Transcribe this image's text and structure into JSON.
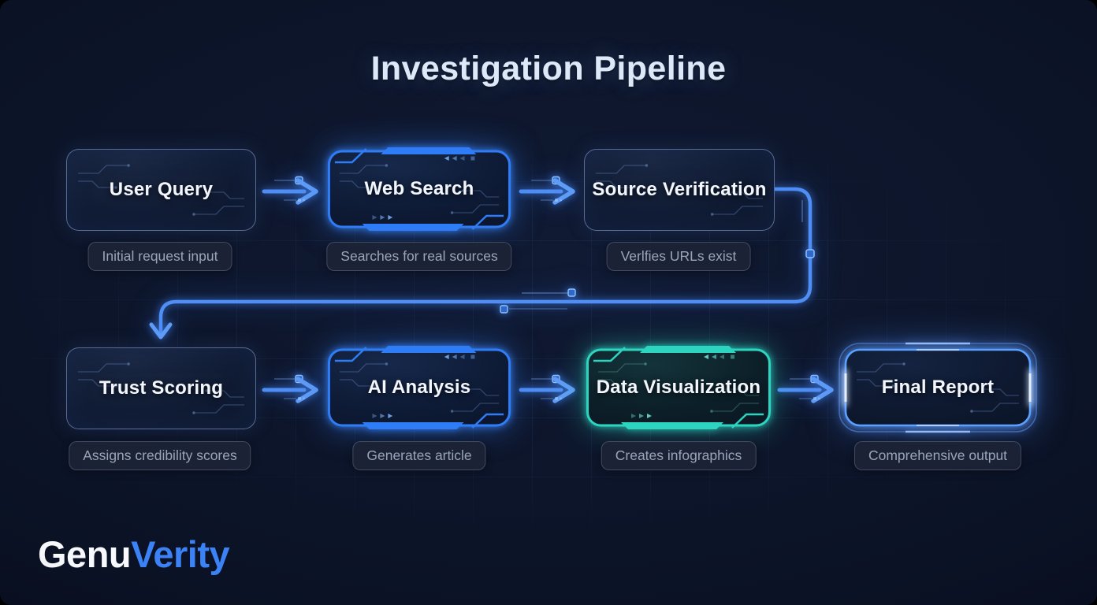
{
  "title": "Investigation Pipeline",
  "logo": {
    "prefix": "Genu",
    "suffix": "Verity"
  },
  "nodes": [
    {
      "id": "user-query",
      "label": "User Query",
      "sublabel": "Initial request input",
      "style": "plain"
    },
    {
      "id": "web-search",
      "label": "Web Search",
      "sublabel": "Searches for real sources",
      "style": "hud-blue"
    },
    {
      "id": "source-verification",
      "label": "Source Verification",
      "sublabel": "Verlfies URLs exist",
      "style": "plain"
    },
    {
      "id": "trust-scoring",
      "label": "Trust Scoring",
      "sublabel": "Assigns credibility scores",
      "style": "plain"
    },
    {
      "id": "ai-analysis",
      "label": "AI Analysis",
      "sublabel": "Generates article",
      "style": "hud-blue"
    },
    {
      "id": "data-visualization",
      "label": "Data Visualization",
      "sublabel": "Creates infographics",
      "style": "hud-teal"
    },
    {
      "id": "final-report",
      "label": "Final Report",
      "sublabel": "Comprehensive output",
      "style": "frame-glow-blue"
    }
  ],
  "edges": [
    {
      "from": "user-query",
      "to": "web-search"
    },
    {
      "from": "web-search",
      "to": "source-verification"
    },
    {
      "from": "source-verification",
      "to": "trust-scoring"
    },
    {
      "from": "trust-scoring",
      "to": "ai-analysis"
    },
    {
      "from": "ai-analysis",
      "to": "data-visualization"
    },
    {
      "from": "data-visualization",
      "to": "final-report"
    }
  ],
  "colors": {
    "background": "#0a1124",
    "accent_blue": "#2f7df6",
    "accent_teal": "#2dd4bf",
    "title_text": "#dde8f8",
    "node_label_text": "#f3f7fd",
    "sublabel_text": "#9aa5bb",
    "logo_prefix": "#f7f9fc",
    "logo_suffix": "#3b82f6"
  }
}
